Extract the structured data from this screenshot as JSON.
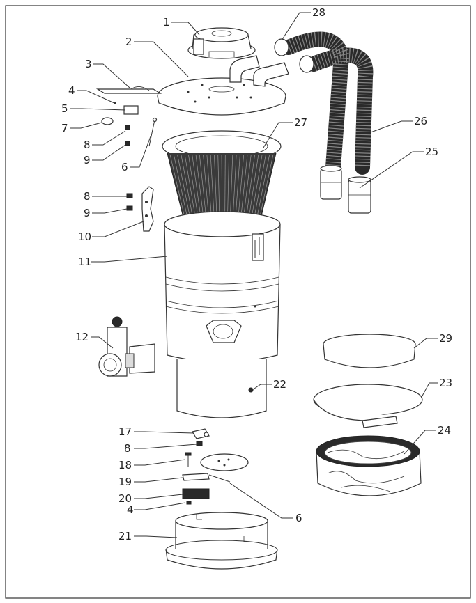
{
  "callouts": [
    {
      "id": "1",
      "label": "1"
    },
    {
      "id": "2",
      "label": "2"
    },
    {
      "id": "3",
      "label": "3"
    },
    {
      "id": "4a",
      "label": "4"
    },
    {
      "id": "5",
      "label": "5"
    },
    {
      "id": "7",
      "label": "7"
    },
    {
      "id": "8a",
      "label": "8"
    },
    {
      "id": "9a",
      "label": "9"
    },
    {
      "id": "6a",
      "label": "6"
    },
    {
      "id": "8b",
      "label": "8"
    },
    {
      "id": "9b",
      "label": "9"
    },
    {
      "id": "10",
      "label": "10"
    },
    {
      "id": "11",
      "label": "11"
    },
    {
      "id": "12",
      "label": "12"
    },
    {
      "id": "28",
      "label": "28"
    },
    {
      "id": "27",
      "label": "27"
    },
    {
      "id": "26",
      "label": "26"
    },
    {
      "id": "25",
      "label": "25"
    },
    {
      "id": "22",
      "label": "22"
    },
    {
      "id": "29",
      "label": "29"
    },
    {
      "id": "23",
      "label": "23"
    },
    {
      "id": "24",
      "label": "24"
    },
    {
      "id": "17",
      "label": "17"
    },
    {
      "id": "8c",
      "label": "8"
    },
    {
      "id": "18",
      "label": "18"
    },
    {
      "id": "19",
      "label": "19"
    },
    {
      "id": "20",
      "label": "20"
    },
    {
      "id": "4b",
      "label": "4"
    },
    {
      "id": "6b",
      "label": "6"
    },
    {
      "id": "21",
      "label": "21"
    }
  ]
}
